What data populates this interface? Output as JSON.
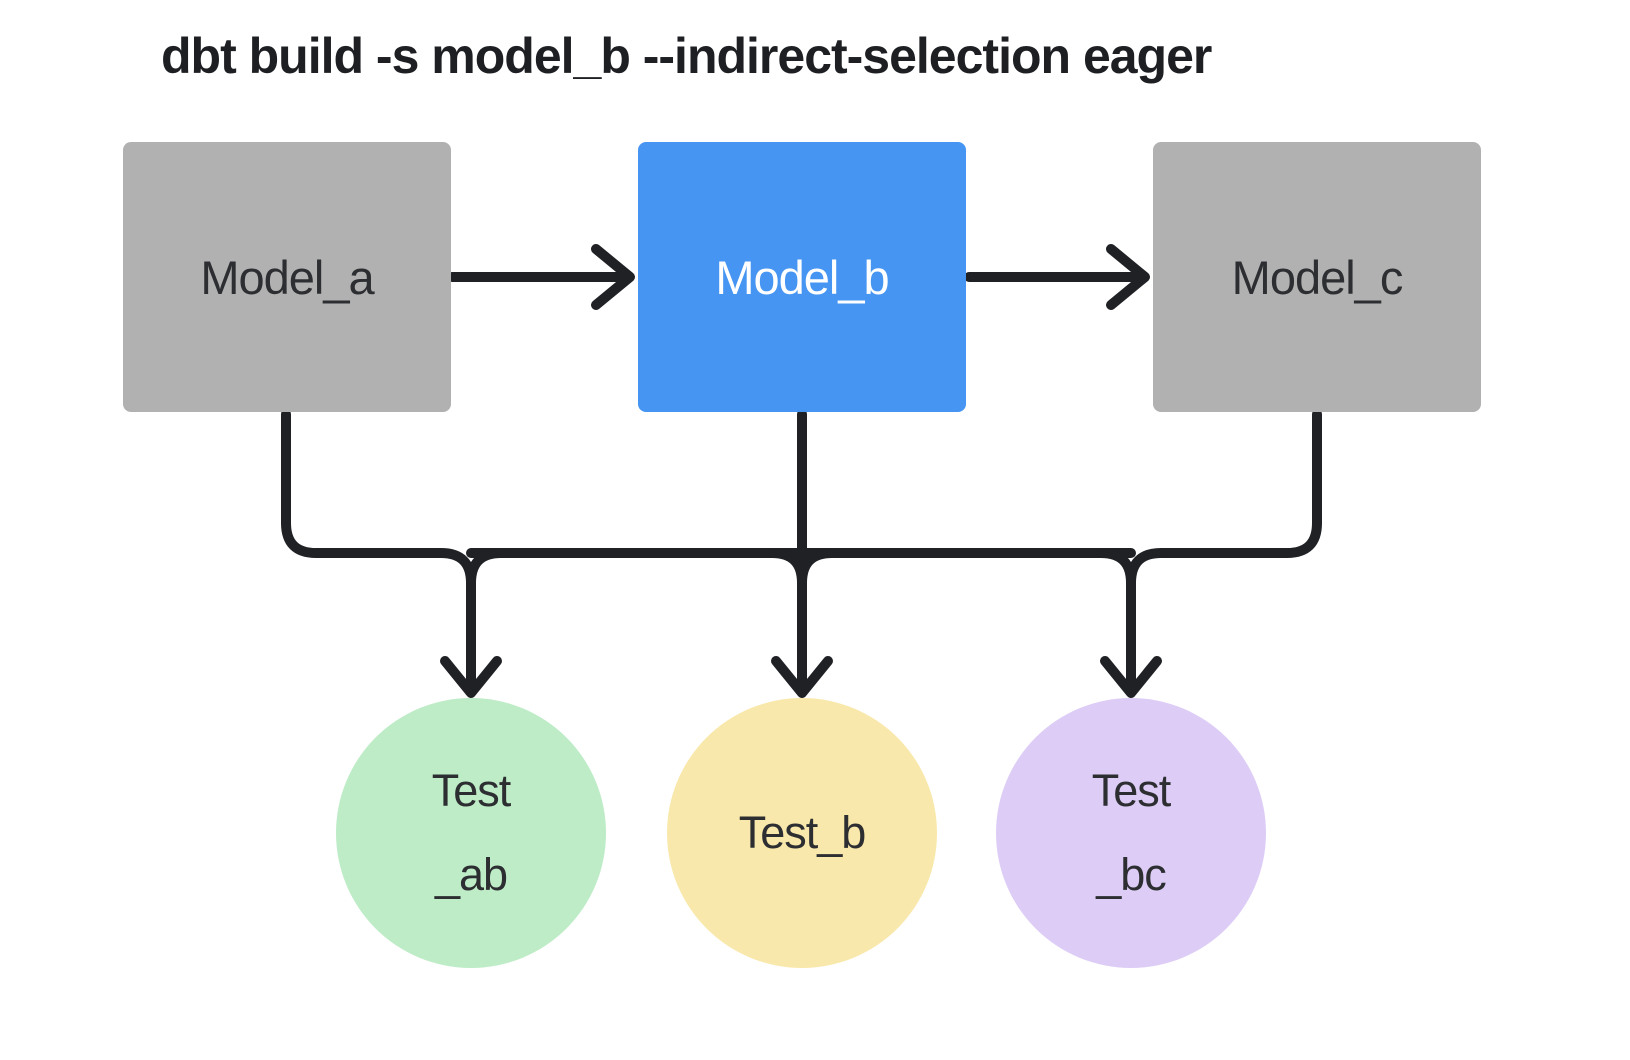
{
  "title": "dbt build -s model_b --indirect-selection eager",
  "diagram": {
    "models": [
      {
        "id": "model_a",
        "label": "Model_a",
        "selected": false
      },
      {
        "id": "model_b",
        "label": "Model_b",
        "selected": true
      },
      {
        "id": "model_c",
        "label": "Model_c",
        "selected": false
      }
    ],
    "tests": [
      {
        "id": "test_ab",
        "lines": [
          "Test",
          "_ab"
        ]
      },
      {
        "id": "test_b",
        "lines": [
          "Test_b"
        ]
      },
      {
        "id": "test_bc",
        "lines": [
          "Test",
          "_bc"
        ]
      }
    ],
    "edges": [
      "model_a -> model_b",
      "model_b -> model_c",
      "model_a -> test_ab",
      "model_b -> test_ab",
      "model_b -> test_b",
      "model_b -> test_bc",
      "model_c -> test_bc"
    ]
  },
  "colors": {
    "background": "#ffffff",
    "model_default_fill": "#b1b1b1",
    "model_selected_fill": "#4695f2",
    "test_ab_fill": "#bdecc6",
    "test_b_fill": "#f9e8ab",
    "test_bc_fill": "#ddcdf6",
    "edge_stroke": "#1f2125",
    "text_dark": "#2c2e31",
    "text_light": "#ffffff",
    "title_text": "#1d1f23"
  }
}
